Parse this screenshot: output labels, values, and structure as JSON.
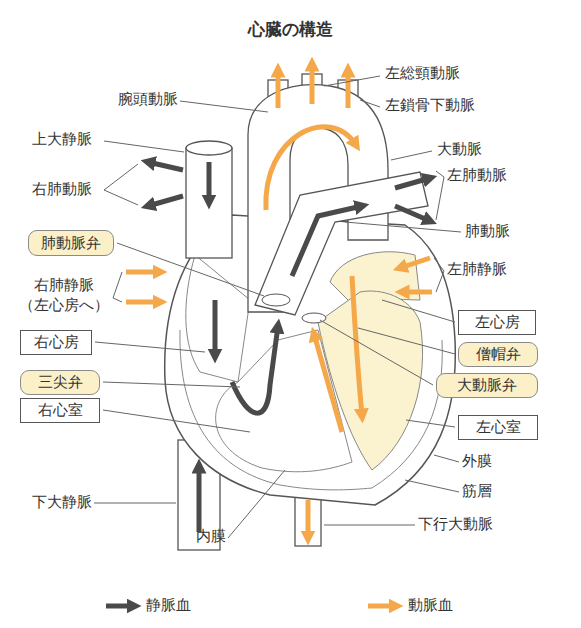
{
  "diagram": {
    "title": "心臓の構造",
    "nodes": [
      {
        "text": [
          "肺動脈弁"
        ]
      },
      {
        "text": [
          "左心房"
        ]
      },
      {
        "text": [
          "右心房"
        ]
      },
      {
        "text": [
          "僧帽弁"
        ]
      },
      {
        "text": [
          "三尖弁"
        ]
      },
      {
        "text": [
          "大動脈弁"
        ]
      },
      {
        "text": [
          "右心室"
        ]
      },
      {
        "text": [
          "左心室"
        ]
      }
    ],
    "labels": [
      "左総頸動脈",
      "腕頭動脈",
      "左鎖骨下動脈",
      "上大静脈",
      "大動脈",
      "右肺動脈",
      "左肺動脈",
      "肺動脈",
      "左肺静脈",
      "右肺静脈 （左心房へ）",
      "外膜",
      "筋層",
      "下大静脈",
      "下行大動脈",
      "内膜"
    ],
    "legend": [
      {
        "text": "静脈血"
      },
      {
        "text": "動脈血"
      }
    ]
  }
}
